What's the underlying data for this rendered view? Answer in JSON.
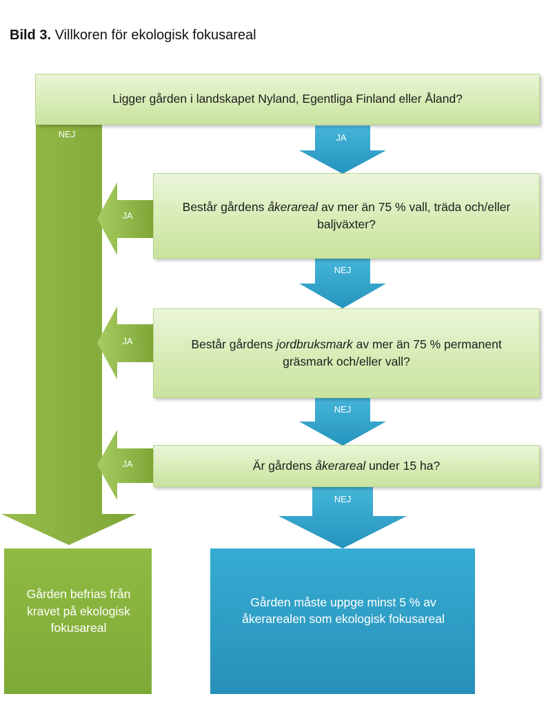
{
  "title": {
    "bold": "Bild 3.",
    "rest": " Villkoren för ekologisk fokusareal"
  },
  "questions": [
    {
      "pre": "Ligger gården i landskapet Nyland, Egentliga Finland eller Åland?",
      "em": "",
      "post": ""
    },
    {
      "pre": "Består gårdens ",
      "em": "åkerareal",
      "post": " av mer än 75 % vall, träda och/eller baljväxter?"
    },
    {
      "pre": "Består gårdens ",
      "em": "jordbruksmark",
      "post": " av mer än 75 % permanent gräsmark och/eller vall?"
    },
    {
      "pre": "Är gårdens ",
      "em": "åkerareal",
      "post": " under 15 ha?"
    }
  ],
  "labels": {
    "nej_main": "NEJ",
    "ja_down": "JA",
    "nej_1": "NEJ",
    "nej_2": "NEJ",
    "nej_3": "NEJ",
    "ja_1": "JA",
    "ja_2": "JA",
    "ja_3": "JA"
  },
  "results": {
    "exempt": "Gården befrias från kravet på ekologisk fokusareal",
    "required": "Gården måste uppge minst 5 % av åkerarealen som ekologisk fokusareal"
  },
  "colors": {
    "green_arrow": "#8db43e",
    "blue_arrow": "#31a5cb",
    "green_result": "#89b53d",
    "blue_result": "#2f9fc5"
  }
}
